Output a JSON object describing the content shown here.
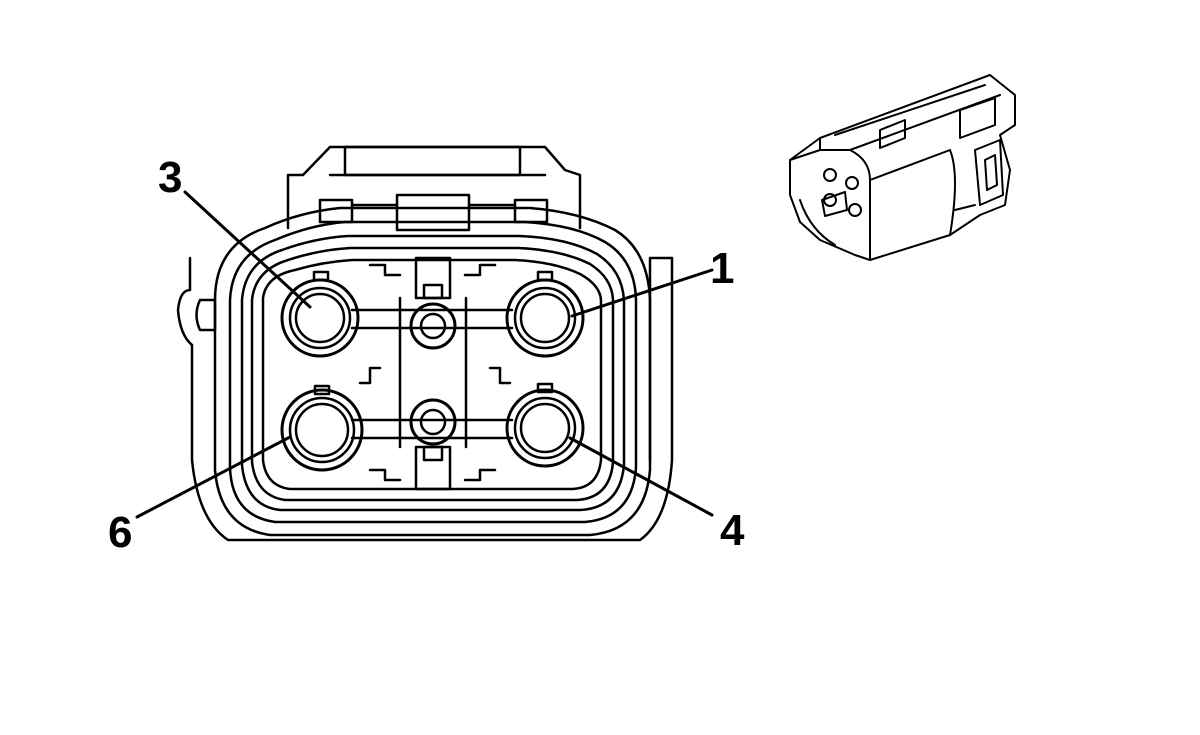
{
  "pin_labels": {
    "pin_3": "3",
    "pin_1": "1",
    "pin_6": "6",
    "pin_4": "4"
  },
  "colors": {
    "line": "#000000",
    "background": "#ffffff"
  }
}
